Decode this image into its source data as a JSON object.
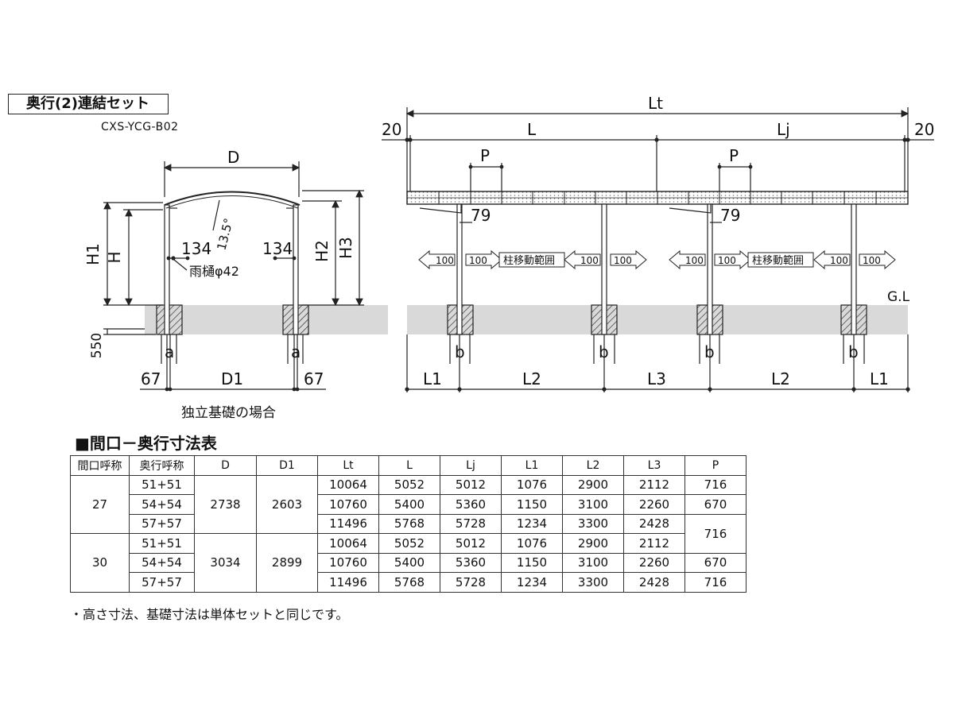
{
  "title_box": "奥行(2)連結セット",
  "model_code": "CXS-YCG-B02",
  "front_view": {
    "D": "D",
    "H1": "H1",
    "H": "H",
    "H2": "H2",
    "H3": "H3",
    "angle": "13.5°",
    "offset_left": "134",
    "offset_right": "134",
    "gutter": "雨樋φ42",
    "depth": "550",
    "a_left": "a",
    "a_right": "a",
    "edge_left": "67",
    "D1": "D1",
    "edge_right": "67",
    "caption": "独立基礎の場合"
  },
  "side_view": {
    "Lt": "Lt",
    "edge_left": "20",
    "L": "L",
    "Lj": "Lj",
    "edge_right": "20",
    "P_left": "P",
    "P_right": "P",
    "gutter_left": "79",
    "gutter_right": "79",
    "move_label": "柱移動範囲",
    "move_value": "100",
    "ground": "G.L",
    "b_labels": [
      "b",
      "b",
      "b",
      "b"
    ],
    "spans": [
      "L1",
      "L2",
      "L3",
      "L2",
      "L1"
    ]
  },
  "table": {
    "title": "■間口－奥行寸法表",
    "headers": [
      "間口呼称",
      "奥行呼称",
      "D",
      "D1",
      "Lt",
      "L",
      "Lj",
      "L1",
      "L2",
      "L3",
      "P"
    ],
    "groups": [
      {
        "width": "27",
        "D": "2738",
        "D1": "2603",
        "rows": [
          {
            "depth": "51+51",
            "Lt": "10064",
            "L": "5052",
            "Lj": "5012",
            "L1": "1076",
            "L2": "2900",
            "L3": "2112"
          },
          {
            "depth": "54+54",
            "Lt": "10760",
            "L": "5400",
            "Lj": "5360",
            "L1": "1150",
            "L2": "3100",
            "L3": "2260"
          },
          {
            "depth": "57+57",
            "Lt": "11496",
            "L": "5768",
            "Lj": "5728",
            "L1": "1234",
            "L2": "3300",
            "L3": "2428"
          }
        ]
      },
      {
        "width": "30",
        "D": "3034",
        "D1": "2899",
        "rows": [
          {
            "depth": "51+51",
            "Lt": "10064",
            "L": "5052",
            "Lj": "5012",
            "L1": "1076",
            "L2": "2900",
            "L3": "2112"
          },
          {
            "depth": "54+54",
            "Lt": "10760",
            "L": "5400",
            "Lj": "5360",
            "L1": "1150",
            "L2": "3100",
            "L3": "2260"
          },
          {
            "depth": "57+57",
            "Lt": "11496",
            "L": "5768",
            "Lj": "5728",
            "L1": "1234",
            "L2": "3300",
            "L3": "2428"
          }
        ]
      }
    ],
    "P_values": [
      "716",
      "670",
      "716",
      "670",
      "716"
    ]
  },
  "footnote": "・高さ寸法、基礎寸法は単体セットと同じです。",
  "colors": {
    "ground": "#d9d9d9",
    "line": "#222222",
    "frame": "#555555"
  }
}
